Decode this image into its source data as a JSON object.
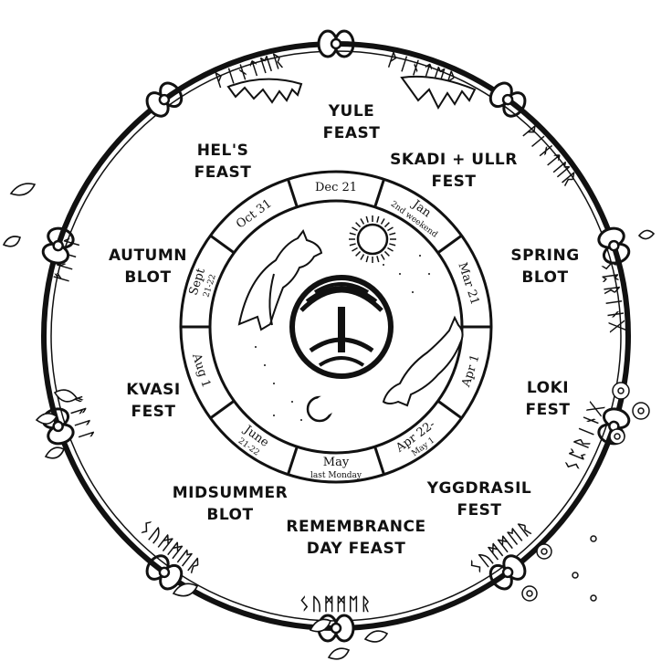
{
  "feasts": [
    {
      "line1": "YULE",
      "line2": "FEAST"
    },
    {
      "line1": "SKADI + ULLR",
      "line2": "FEST"
    },
    {
      "line1": "SPRING",
      "line2": "BLOT"
    },
    {
      "line1": "LOKI",
      "line2": "FEST"
    },
    {
      "line1": "YGGDRASIL",
      "line2": "FEST"
    },
    {
      "line1": "REMEMBRANCE",
      "line2": "DAY FEAST"
    },
    {
      "line1": "MIDSUMMER",
      "line2": "BLOT"
    },
    {
      "line1": "KVASI",
      "line2": "FEST"
    },
    {
      "line1": "AUTUMN",
      "line2": "BLOT"
    },
    {
      "line1": "HEL'S",
      "line2": "FEAST"
    }
  ],
  "dates": [
    {
      "line1": "Dec 21",
      "line2": ""
    },
    {
      "line1": "Jan",
      "line2": "2nd weekend"
    },
    {
      "line1": "Mar 21",
      "line2": ""
    },
    {
      "line1": "Apr 1",
      "line2": ""
    },
    {
      "line1": "Apr 22-",
      "line2": "May 1"
    },
    {
      "line1": "May",
      "line2": "last Monday"
    },
    {
      "line1": "June",
      "line2": "21-22"
    },
    {
      "line1": "Aug 1",
      "line2": ""
    },
    {
      "line1": "Sept",
      "line2": "21-22"
    },
    {
      "line1": "Oct 31",
      "line2": ""
    }
  ],
  "season_runes": [
    "ᚹᛁᚾᛏᛖᚱ",
    "ᚹᛁᚾᛏᛖᚱ",
    "ᚹᛁᚾᛏᛖᚱ",
    "ᛊᛈᚱᛁᚾᚷ",
    "ᛊᛈᚱᛁᚾᚷ",
    "ᛊᚢᛗᛗᛖᚱ",
    "ᛊᚢᛗᛗᛖᚱ",
    "ᛊᚢᛗᛗᛖᚱ",
    "ᚠᚨᛚᛚ",
    "ᚠᚨᛚᛚ"
  ],
  "colors": {
    "ink": "#111111",
    "paper": "#ffffff"
  },
  "center_symbol": "tree-of-life-icon",
  "animals": [
    "wolf-icon",
    "wolf-icon"
  ],
  "celestial": [
    "sun-icon",
    "moon-icon"
  ]
}
